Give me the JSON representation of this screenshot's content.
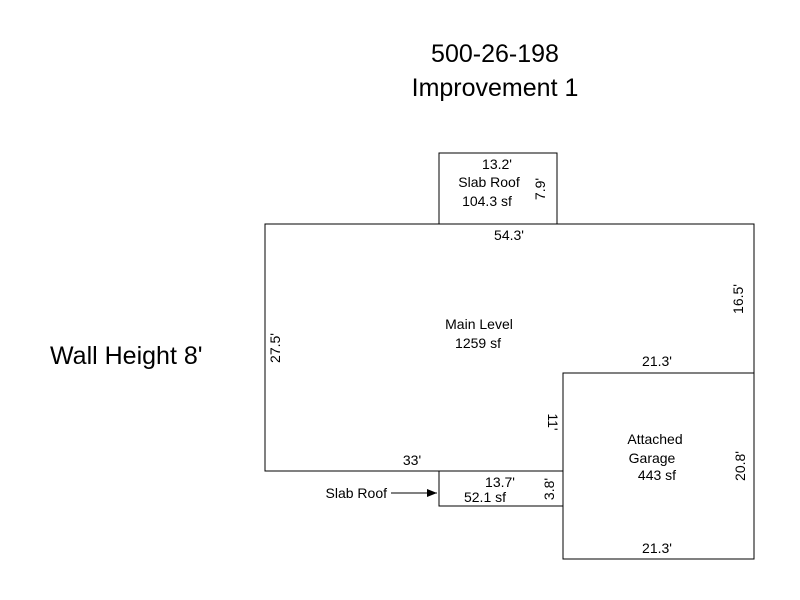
{
  "header": {
    "parcel_id": "500-26-198",
    "improvement": "Improvement 1"
  },
  "wall_height_label": "Wall Height 8'",
  "areas": {
    "main_level": {
      "name": "Main Level",
      "area": "1259 sf"
    },
    "top_slab": {
      "name": "Slab Roof",
      "area": "104.3 sf"
    },
    "garage": {
      "name_line1": "Attached",
      "name_line2": "Garage",
      "area": "443 sf"
    },
    "bottom_slab": {
      "callout": "Slab Roof",
      "area": "52.1 sf"
    }
  },
  "dimensions": {
    "top_slab_width": "13.2'",
    "top_slab_depth": "7.9'",
    "main_top": "54.3'",
    "main_right_upper": "16.5'",
    "main_left": "27.5'",
    "main_bottom": "33'",
    "main_notch": "11'",
    "garage_top": "21.3'",
    "garage_right": "20.8'",
    "garage_bottom": "21.3'",
    "bottom_slab_width": "13.7'",
    "bottom_slab_depth": "3.8'"
  },
  "colors": {
    "line": "#000000",
    "background": "#ffffff"
  }
}
